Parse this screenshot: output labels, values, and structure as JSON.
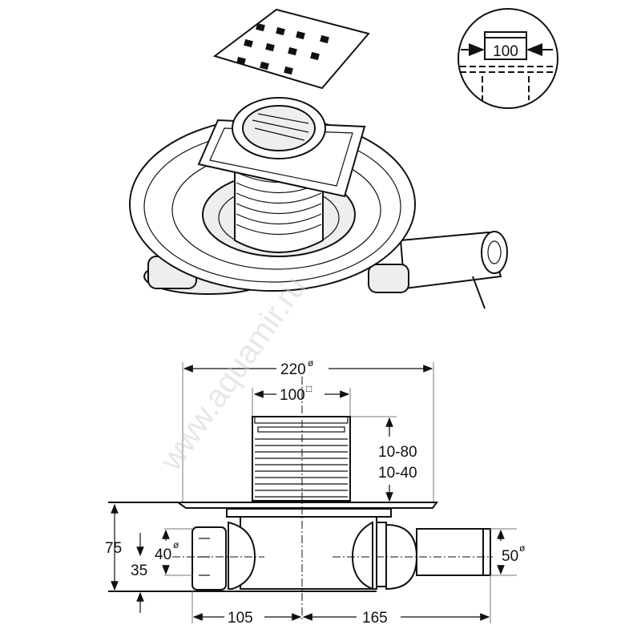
{
  "watermark": "www.aquamir.ru",
  "detail_inset": {
    "label": "100"
  },
  "dimensions": {
    "overall_diameter": "220",
    "overall_diameter_sup": "ø",
    "grate_size": "100",
    "grate_size_sup": "□",
    "height_range_1": "10-80",
    "height_range_2": "10-40",
    "total_height": "75",
    "inlet_height": "35",
    "inlet_diameter": "40",
    "inlet_diameter_sup": "ø",
    "outlet_diameter": "50",
    "outlet_diameter_sup": "ø",
    "left_length": "105",
    "right_length": "165"
  }
}
